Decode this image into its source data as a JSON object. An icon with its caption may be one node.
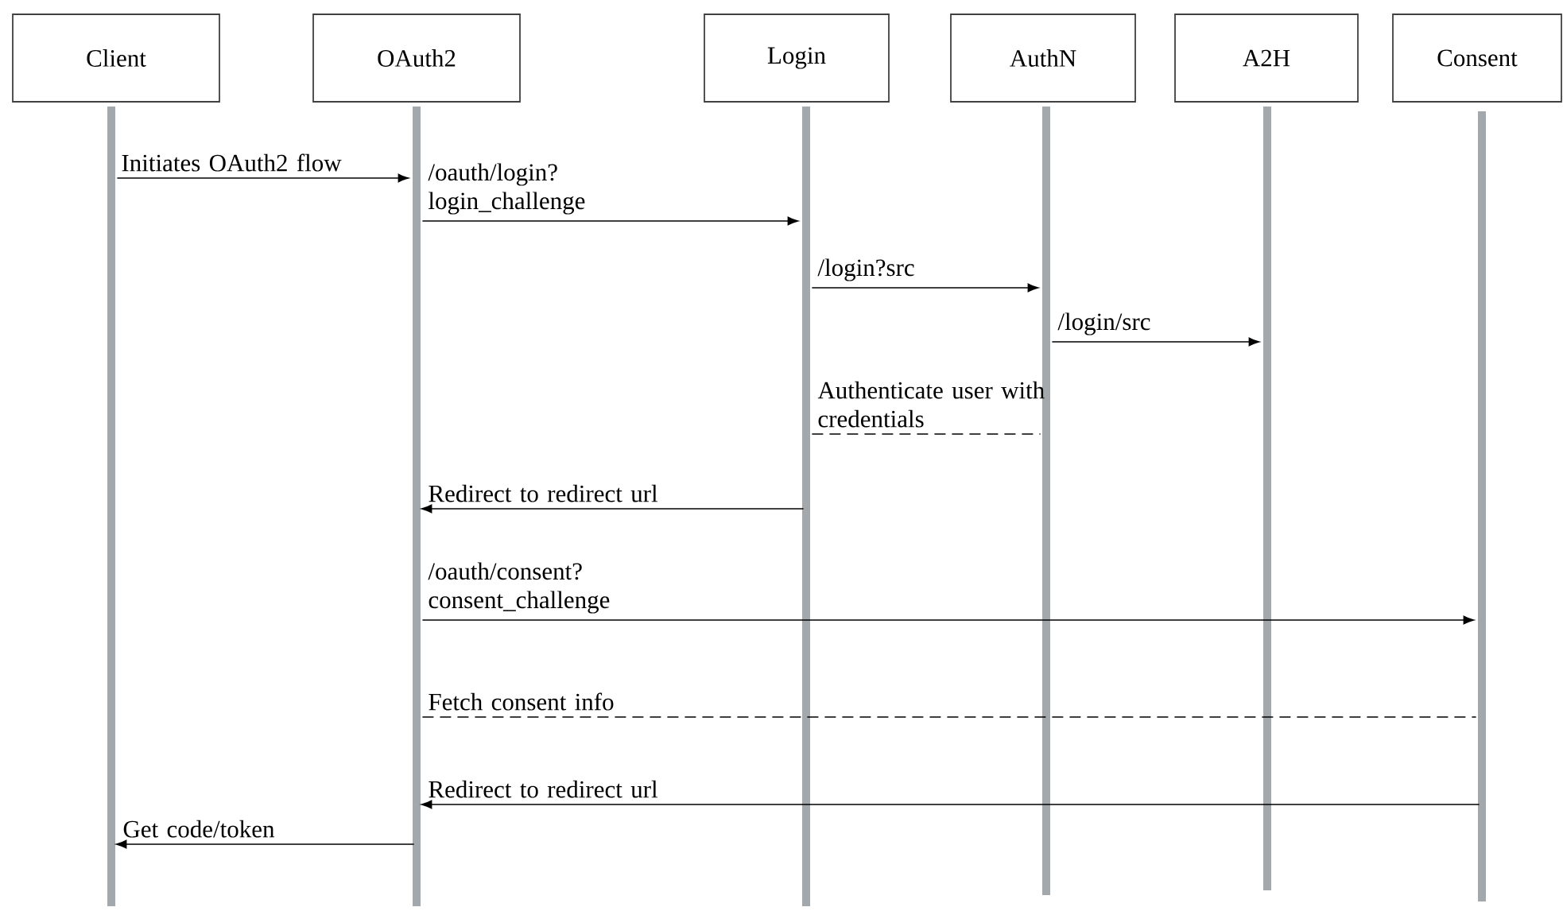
{
  "diagram": {
    "nodes": [
      {
        "text": [
          "Client"
        ]
      },
      {
        "text": [
          "OAuth2"
        ]
      },
      {
        "text": [
          "Login"
        ]
      },
      {
        "text": [
          "AuthN"
        ]
      },
      {
        "text": [
          "A2H"
        ]
      },
      {
        "text": [
          "Consent"
        ]
      },
      {
        "text": [],
        "shape": "bar"
      },
      {
        "text": [],
        "shape": "bar"
      },
      {
        "text": [],
        "shape": "bar"
      },
      {
        "text": [],
        "shape": "bar"
      },
      {
        "text": [],
        "shape": "bar"
      },
      {
        "text": [],
        "shape": "bar"
      }
    ],
    "edges": [
      {
        "from": 6,
        "to": 7,
        "arrow": "to",
        "label": "Initiates OAuth2 flow"
      },
      {
        "from": 7,
        "to": 8,
        "arrow": "to",
        "label": "/oauth/login? login_challenge"
      },
      {
        "from": 8,
        "to": 9,
        "arrow": "to",
        "label": "/login?src"
      },
      {
        "from": 9,
        "to": 10,
        "arrow": "to",
        "label": "/login/src"
      },
      {
        "from": 8,
        "to": 9,
        "arrow": "none",
        "style": "dashed",
        "label": "Authenticate user with credentials"
      },
      {
        "from": 8,
        "to": 7,
        "arrow": "to",
        "label": "Redirect to redirect url"
      },
      {
        "from": 7,
        "to": 11,
        "arrow": "to",
        "label": "/oauth/consent? consent_challenge"
      },
      {
        "from": 7,
        "to": 11,
        "arrow": "none",
        "style": "dashed",
        "label": "Fetch consent info"
      },
      {
        "from": 11,
        "to": 7,
        "arrow": "to",
        "label": "Redirect to redirect url"
      },
      {
        "from": 7,
        "to": 6,
        "arrow": "to",
        "label": "Get code/token"
      }
    ]
  }
}
